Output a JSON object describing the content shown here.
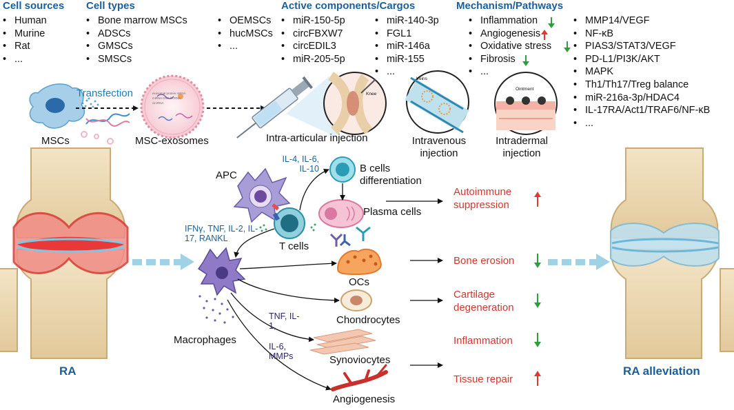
{
  "cell_sources": {
    "title": "Cell sources",
    "items": [
      "Human",
      "Murine",
      "Rat",
      "..."
    ]
  },
  "cell_types": {
    "title": "Cell types",
    "col1": [
      "Bone marrow MSCs",
      "ADSCs",
      "GMSCs",
      "SMSCs"
    ],
    "col2": [
      "OEMSCs",
      "hucMSCs",
      "..."
    ]
  },
  "cargos": {
    "title": "Active components/Cargos",
    "col1": [
      "miR-150-5p",
      "circFBXW7",
      "circEDIL3",
      "miR-205-5p"
    ],
    "col2": [
      "miR-140-3p",
      "FGL1",
      "miR-146a",
      "miR-155",
      "..."
    ]
  },
  "mechanism": {
    "title": "Mechanism/Pathways",
    "col1": [
      "Inflammation",
      "Angiogenesis",
      "Oxidative stress",
      "Fibrosis",
      "..."
    ],
    "col2": [
      "MMP14/VEGF",
      "NF-κB",
      "PIAS3/STAT3/VEGF",
      "PD-L1/PI3K/AKT",
      "MAPK",
      "Th1/Th17/Treg balance",
      "miR-216a-3p/HDAC4",
      "IL-17RA/Act1/TRAF6/NF-κB",
      "..."
    ]
  },
  "workflow": {
    "msc_label": "MSCs",
    "transfection_label": "Transfection",
    "exosome_label": "MSC-exosomes",
    "exo_inner_labels": [
      "exosomal protein",
      "mRNA",
      "miRNA",
      "DNA",
      "lncRNA",
      "circRNA"
    ],
    "intra_articular": "Intra-articular injection",
    "knee_tag": "Knee",
    "intravenous": "Intravenous injection",
    "veins_tag": "Veins",
    "intradermal": "Intradermal injection",
    "ointment_tag": "Ointment"
  },
  "immune": {
    "apc": "APC",
    "t_cells": "T cells",
    "b_cells": "B cells differentiation",
    "plasma_cells": "Plasma cells",
    "ocs": "OCs",
    "chondrocytes": "Chondrocytes",
    "synoviocytes": "Synoviocytes",
    "angiogenesis": "Angiogenesis",
    "macrophages": "Macrophages",
    "cytokines_b": "IL-4, IL-6, IL-10",
    "cytokines_t": "IFNγ, TNF, IL-2, IL-17, RANKL",
    "cytokines_m1": "TNF, IL-1,",
    "cytokines_m2": "IL-6, MMPs"
  },
  "outcomes": [
    {
      "label": "Autoimmune suppression",
      "direction": "up"
    },
    {
      "label": "Bone erosion",
      "direction": "down"
    },
    {
      "label": "Cartilage degeneration",
      "direction": "down"
    },
    {
      "label": "Inflammation",
      "direction": "down"
    },
    {
      "label": "Tissue repair",
      "direction": "up"
    }
  ],
  "joints": {
    "left": "RA",
    "right": "RA alleviation"
  },
  "colors": {
    "header_blue": "#1a5e9a",
    "outcome_red": "#d4352f",
    "arrow_green": "#2e9e3a",
    "arrow_red": "#e03a2f"
  }
}
